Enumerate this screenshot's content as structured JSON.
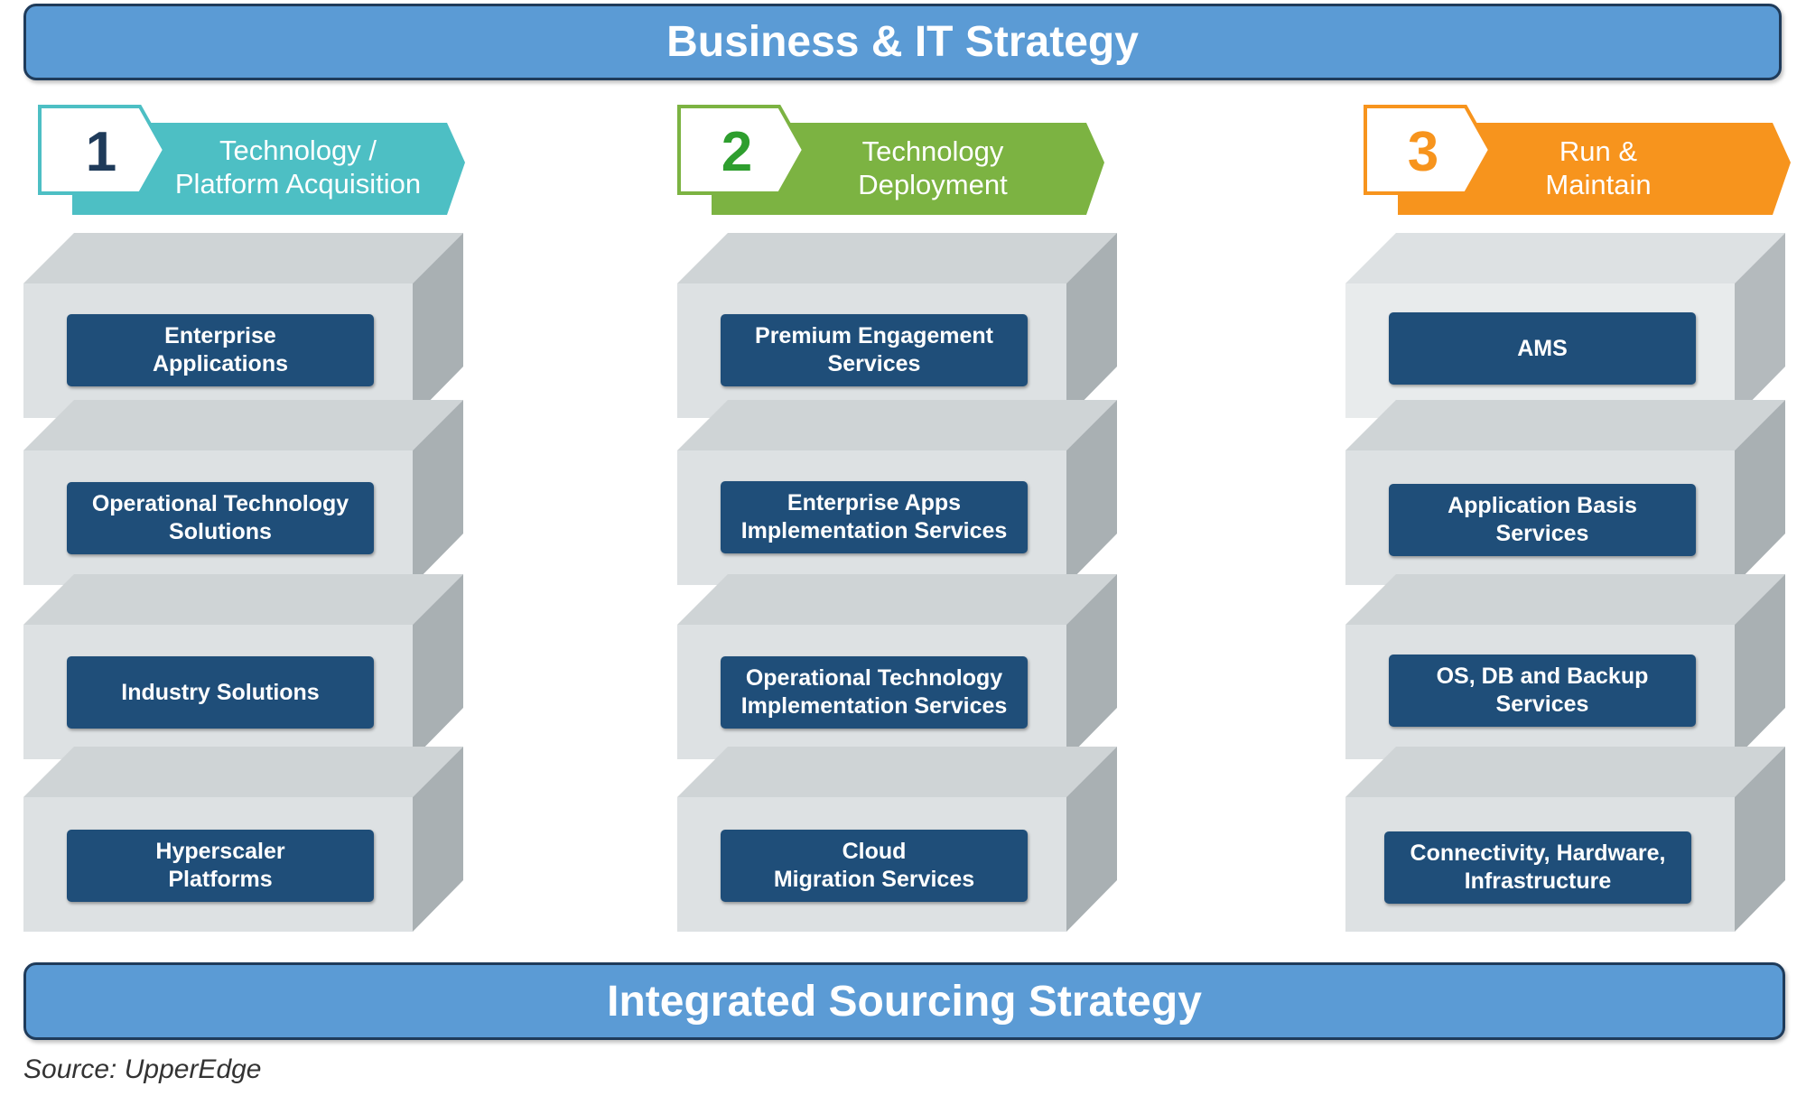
{
  "top_banner": {
    "title": "Business & IT Strategy"
  },
  "bottom_banner": {
    "title": "Integrated Sourcing Strategy"
  },
  "source": "Source: UpperEdge",
  "colors": {
    "banner_fill": "#5b9bd5",
    "banner_border": "#1f3b5a",
    "box_fill": "#1f4e79",
    "phase1": "#4dbfc4",
    "phase1_number": "#1f3b5a",
    "phase2": "#7cb342",
    "phase2_number": "#2e9e2e",
    "phase3": "#f7941d",
    "phase3_number": "#f7941d",
    "block_front": "#dde1e3",
    "block_top": "#cfd4d6",
    "block_side": "#a9b0b3"
  },
  "phases": [
    {
      "number": "1",
      "title_line1": "Technology /",
      "title_line2": "Platform Acquisition",
      "items": [
        {
          "label": "Enterprise\nApplications"
        },
        {
          "label": "Operational Technology\nSolutions"
        },
        {
          "label": "Industry Solutions"
        },
        {
          "label": "Hyperscaler\nPlatforms"
        }
      ]
    },
    {
      "number": "2",
      "title_line1": "Technology",
      "title_line2": "Deployment",
      "items": [
        {
          "label": "Premium Engagement\nServices"
        },
        {
          "label": "Enterprise Apps\nImplementation Services"
        },
        {
          "label": "Operational Technology\nImplementation Services"
        },
        {
          "label": "Cloud\nMigration Services"
        }
      ]
    },
    {
      "number": "3",
      "title_line1": "Run &",
      "title_line2": "Maintain",
      "items": [
        {
          "label": "AMS"
        },
        {
          "label": "Application Basis\nServices"
        },
        {
          "label": "OS, DB and Backup\nServices"
        },
        {
          "label": "Connectivity, Hardware,\nInfrastructure"
        }
      ]
    }
  ]
}
